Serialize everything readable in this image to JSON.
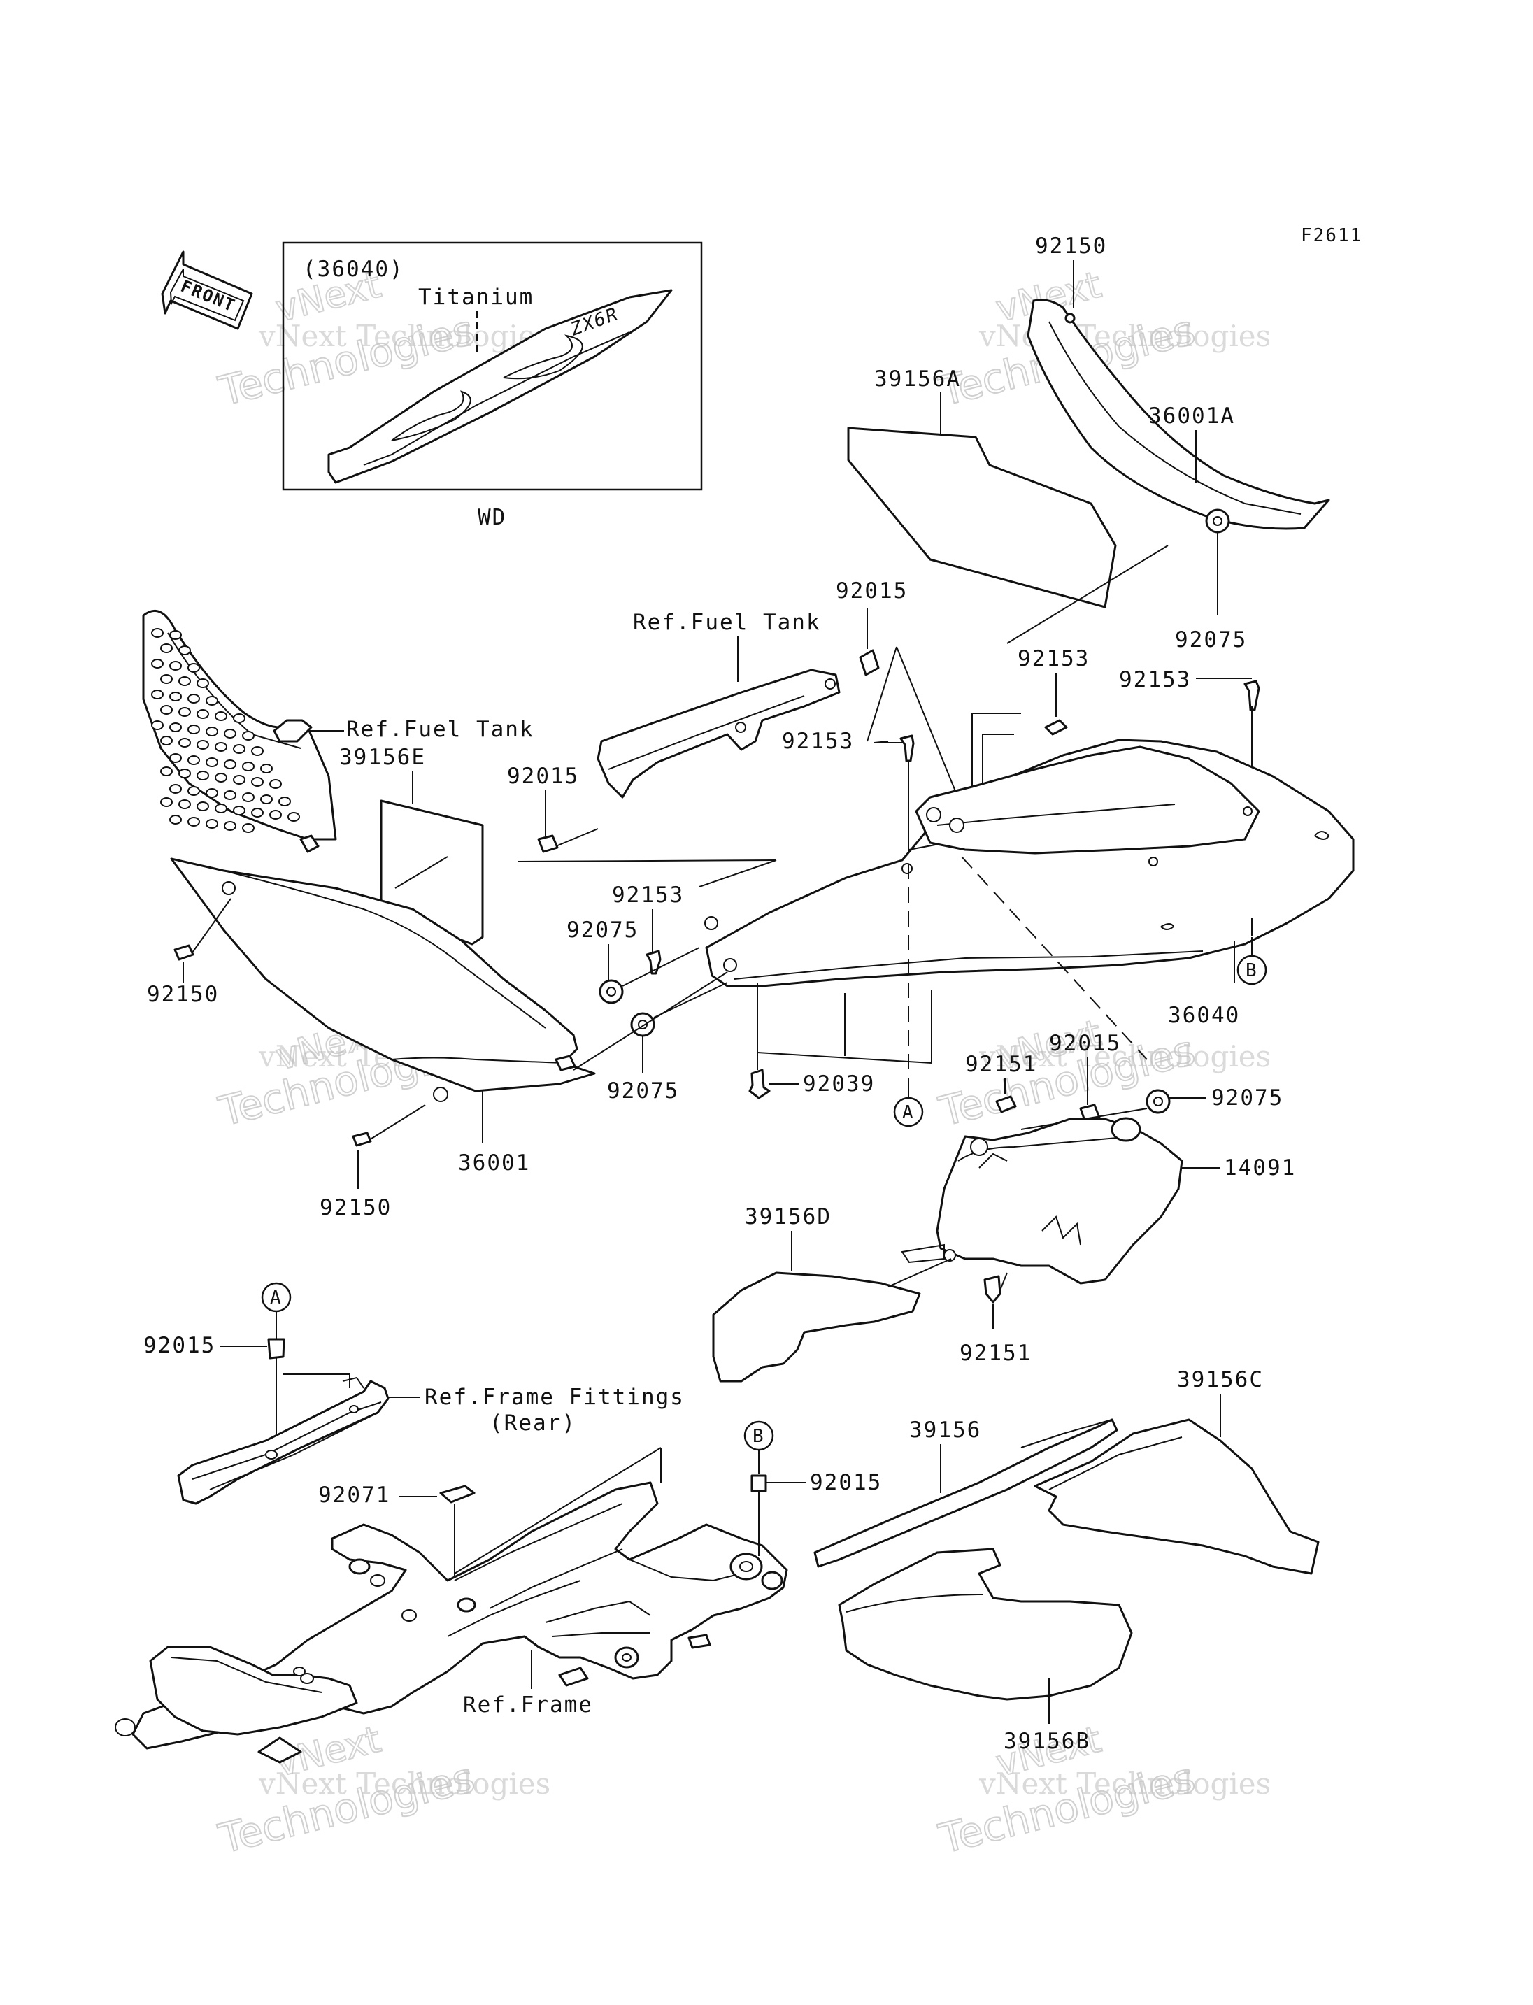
{
  "figure_code": "F2611",
  "front_label": "FRONT",
  "inset": {
    "part_ref": "(36040)",
    "variant": "Titanium",
    "region": "WD"
  },
  "reference_circles": [
    "A",
    "A",
    "B",
    "B"
  ],
  "labels": {
    "p92150_top": "92150",
    "p39156A": "39156A",
    "p36001A": "36001A",
    "p92075_top": "92075",
    "p92015_top": "92015",
    "ref_fuel_tank_1": "Ref.Fuel Tank",
    "p92153_a": "92153",
    "p92153_b": "92153",
    "p92153_c": "92153",
    "p92153_d": "92153",
    "ref_fuel_tank_2": "Ref.Fuel Tank",
    "p39156E": "39156E",
    "p92015_left": "92015",
    "p92075_left": "92075",
    "p92075_mid": "92075",
    "p92150_left": "92150",
    "p92150_bottom": "92150",
    "p36001": "36001",
    "p92039": "92039",
    "p36040": "36040",
    "p92151_a": "92151",
    "p92015_right": "92015",
    "p92075_right": "92075",
    "p14091": "14091",
    "p39156D": "39156D",
    "p92151_b": "92151",
    "p92015_lower": "92015",
    "ref_frame_fittings": "Ref.Frame Fittings",
    "ref_frame_fittings_sub": "(Rear)",
    "p92071": "92071",
    "p92015_b": "92015",
    "ref_frame": "Ref.Frame",
    "p39156": "39156",
    "p39156C": "39156C",
    "p39156B": "39156B"
  },
  "watermark": {
    "line1": "vNext",
    "line2": "vNext Technologies",
    "line3": "Technologies"
  }
}
